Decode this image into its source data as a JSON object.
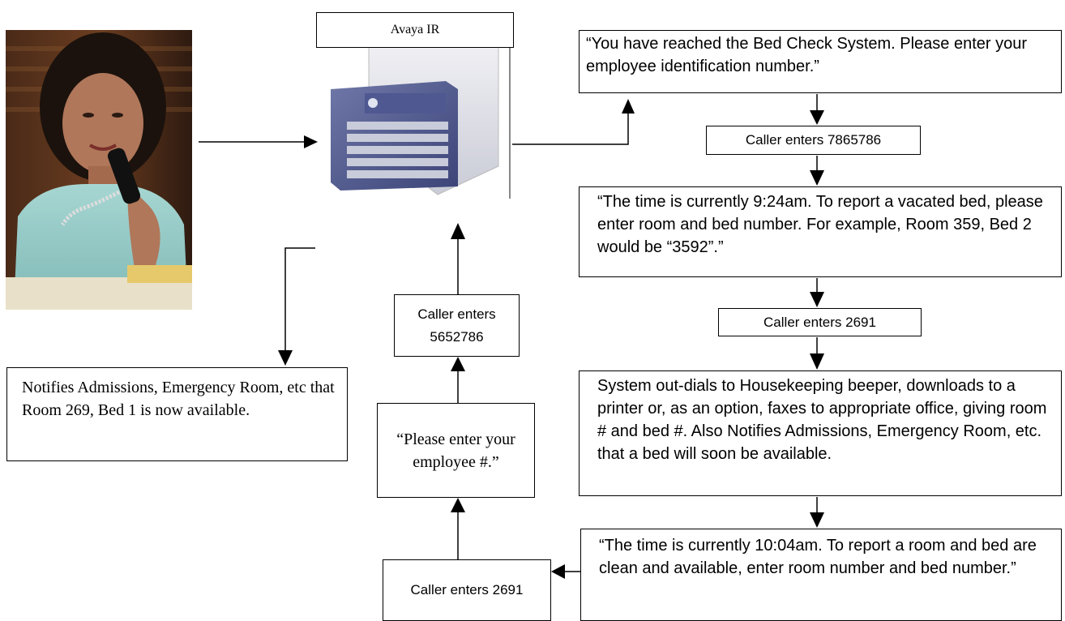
{
  "nodes": {
    "avaya_label": "Avaya IR",
    "greeting": "“You have reached the Bed Check System. Please enter your employee identification number.”",
    "caller_7865786": "Caller enters 7865786",
    "time_924": "“The time is currently 9:24am.  To report a vacated bed, please enter room and bed number.  For example, Room 359, Bed 2 would be “3592”.”",
    "caller_2691_right": "Caller enters 2691",
    "system_outdials": "System out-dials to Housekeeping beeper, downloads to a printer  or, as an option, faxes to appropriate office, giving room # and bed #.  Also Notifies Admissions, Emergency Room, etc. that a bed will soon be available.",
    "time_1004": "“The time is currently 10:04am.  To report a room and bed are clean and available, enter room number and bed number.”",
    "caller_2691_left": "Caller enters 2691",
    "please_enter": "“Please enter your employee #.”",
    "caller_5652786": "Caller enters 5652786",
    "notifies": "Notifies Admissions, Emergency Room, etc that Room 269, Bed 1 is now available."
  },
  "images": {
    "woman_phone": "woman-on-phone-photo",
    "server": "avaya-ir-server-photo"
  }
}
